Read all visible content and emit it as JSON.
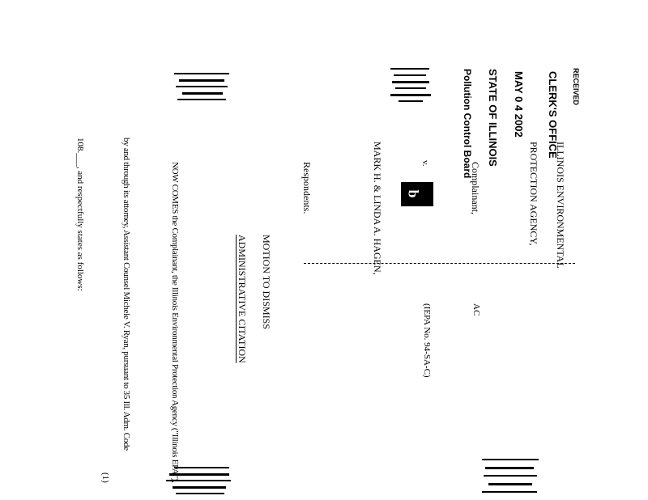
{
  "stamp": {
    "received": "RECEIVED",
    "office": "CLERK'S OFFICE",
    "date": "MAY 0 4 2002",
    "state": "STATE OF ILLINOIS",
    "board": "Pollution Control Board"
  },
  "caption": {
    "complainant_line1": "ILLINOIS ENVIRONMENTAL",
    "complainant_line2": "PROTECTION AGENCY,",
    "complainant_role": "Complainant,",
    "versus": "v.",
    "respondent_name": "MARK H. & LINDA A. HAGEN,",
    "respondent_role": "Respondents.",
    "case_code": "AC",
    "case_number": "(IEPA No. 94-SA-C)"
  },
  "title": {
    "line1": "MOTION TO DISMISS",
    "line2": "ADMINISTRATIVE CITATION"
  },
  "body": {
    "line1": "NOW COMES the Complainant, the Illinois Environmental Protection Agency (\"Illinois EPA\"),",
    "line2": "by and through its attorney, Assistant Counsel Michele V. Ryan, pursuant to 35 Ill. Adm. Code",
    "line3": "108.___, and respectfully states as follows:"
  },
  "paragraph_number": "(1)"
}
